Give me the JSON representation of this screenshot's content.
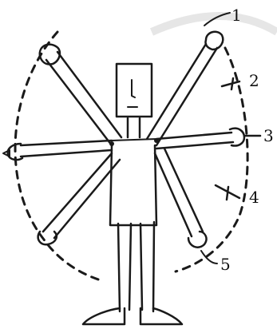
{
  "figure": {
    "callouts": [
      {
        "id": "c1",
        "label": "1"
      },
      {
        "id": "c2",
        "label": "2"
      },
      {
        "id": "c3",
        "label": "3"
      },
      {
        "id": "c4",
        "label": "4"
      },
      {
        "id": "c5",
        "label": "5"
      }
    ]
  }
}
